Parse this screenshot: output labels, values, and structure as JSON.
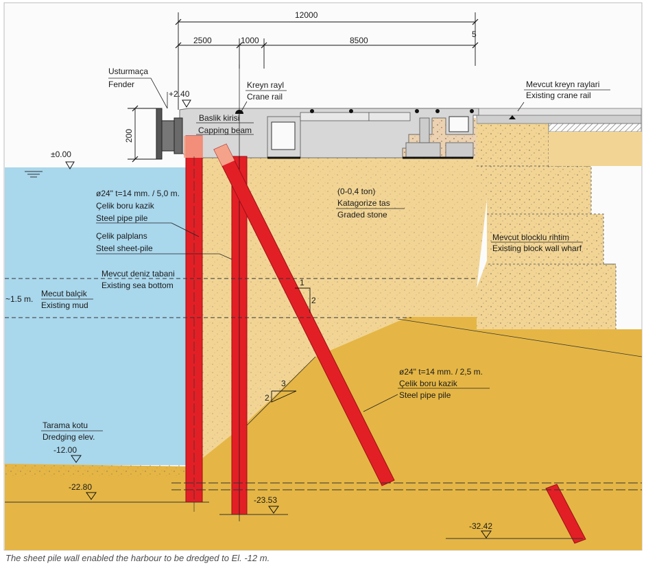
{
  "colors": {
    "water": "#a9d7ec",
    "backfill": "#f2d595",
    "stone_fill": "#f0d9a1",
    "seabed": "#e5b645",
    "concrete": "#d7d7d7",
    "pile": "#e31f26",
    "pile_edge": "#9b1016",
    "speckle": "#e8c9a6"
  },
  "dimensions": {
    "total": "12000",
    "seg1": "2500",
    "seg2": "1000",
    "seg3": "8500",
    "height": "200",
    "edge_mark": "5"
  },
  "labels": {
    "fender_tr": "Usturmaça",
    "fender_en": "Fender",
    "elev_top": "+2.40",
    "elev_zero": "±0.00",
    "crane_rail_tr": "Kreyn rayl",
    "crane_rail_en": "Crane rail",
    "capping_tr": "Baslik kirisi",
    "capping_en": "Capping beam",
    "existing_rails_tr": "Mevcut kreyn raylari",
    "existing_rails_en": "Existing crane rail",
    "stone_size": "(0-0,4 ton)",
    "stone_tr": "Katagorize tas",
    "stone_en": "Graded stone",
    "pile1_spec": "ø24\" t=14 mm. / 5,0 m.",
    "pile1_tr": "Çelik boru kazik",
    "pile1_en": "Steel pipe pile",
    "sheet_tr": "Çelik palplans",
    "sheet_en": "Steel sheet-pile",
    "seabed_tr": "Mevcut deniz tabani",
    "seabed_en": "Existing sea bottom",
    "mud_depth": "~1.5 m.",
    "mud_tr": "Mecut balçik",
    "mud_en": "Existing mud",
    "blockwall_tr": "Mevcut blocklu rihtim",
    "blockwall_en": "Existing block wall wharf",
    "pile2_spec": "ø24\" t=14 mm. / 2,5 m.",
    "pile2_tr": "Çelik boru kazik",
    "pile2_en": "Steel pipe pile",
    "dredge_tr": "Tarama kotu",
    "dredge_en": "Dredging elev.",
    "elev_dredge": "-12.00",
    "elev_sheet_toe": "-22.80",
    "elev_pile_toe": "-23.53",
    "elev_raker_toe": "-32.42",
    "slope1_a": "1",
    "slope1_b": "2",
    "slope2_a": "3",
    "slope2_b": "2"
  },
  "caption": "The sheet pile wall enabled the harbour to be dredged to El. -12 m."
}
